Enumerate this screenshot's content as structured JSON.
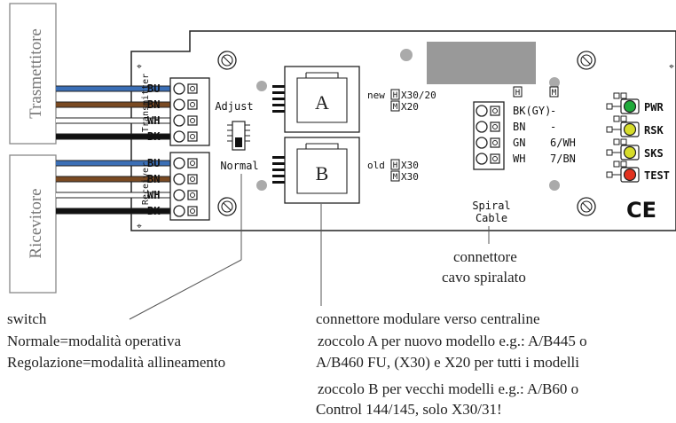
{
  "side_labels": {
    "transmitter": "Trasmettitore",
    "receiver": "Ricevitore"
  },
  "board": {
    "transmitter_label": "Transmitter",
    "receiver_label": "Receiver",
    "wires_tx": [
      "BU",
      "BN",
      "WH",
      "BK"
    ],
    "wires_rx": [
      "BU",
      "BN",
      "WH",
      "BK"
    ],
    "switch_top": "Adjust",
    "switch_bottom": "Normal",
    "jack_a": "A",
    "jack_b": "B",
    "new_label": "new",
    "old_label": "old",
    "marker_h": "H",
    "marker_m": "M",
    "new_h_text": "X30/20",
    "new_m_text": "X20",
    "old_h_text": "X30",
    "old_m_text": "X30",
    "spiral_rows": [
      {
        "code": "BK(GY)",
        "h": "-",
        "m": ""
      },
      {
        "code": "BN",
        "h": "-",
        "m": ""
      },
      {
        "code": "GN",
        "h": "6/WH",
        "m": ""
      },
      {
        "code": "WH",
        "h": "7/BN",
        "m": ""
      }
    ],
    "spiral_line1": "Spiral",
    "spiral_line2": "Cable",
    "leds": [
      {
        "label": "PWR",
        "color": "#1faa3a"
      },
      {
        "label": "RSK",
        "color": "#d6dc2a"
      },
      {
        "label": "SKS",
        "color": "#d6dc2a"
      },
      {
        "label": "TEST",
        "color": "#e2321f"
      }
    ],
    "ce": "CE"
  },
  "wire_colors": {
    "BU": "#3b6fb6",
    "BN": "#7a4a22",
    "WH": "#ffffff",
    "BK": "#111111"
  },
  "callouts": {
    "switch": [
      "switch",
      "Normale=modalità operativa",
      "Regolazione=modalità allineamento"
    ],
    "spiral": [
      "connettore",
      "cavo spiralato"
    ],
    "modular_1": [
      "connettore modulare verso centraline",
      "zoccolo A per nuovo modello e.g.: A/B445 o",
      "A/B460 FU, (X30) e X20 per tutti i modelli"
    ],
    "modular_2": [
      "zoccolo B per vecchi modelli e.g.: A/B60 o",
      "Control 144/145, solo X30/31!"
    ]
  }
}
